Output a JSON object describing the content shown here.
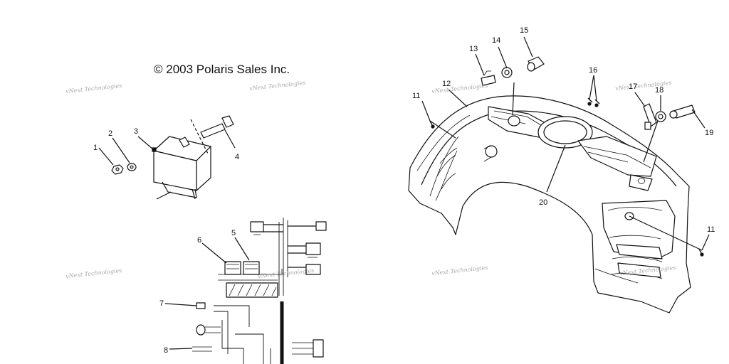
{
  "copyright": "© 2003 Polaris Sales Inc.",
  "watermark": "vNext Technologies",
  "callouts": {
    "c1": "1",
    "c2": "2",
    "c3": "3",
    "c4": "4",
    "c5": "5",
    "c6": "6",
    "c7": "7",
    "c8": "8",
    "c11a": "11",
    "c11b": "11",
    "c12": "12",
    "c13": "13",
    "c14": "14",
    "c15": "15",
    "c16": "16",
    "c17": "17",
    "c18": "18",
    "c19": "19",
    "c20": "20"
  }
}
